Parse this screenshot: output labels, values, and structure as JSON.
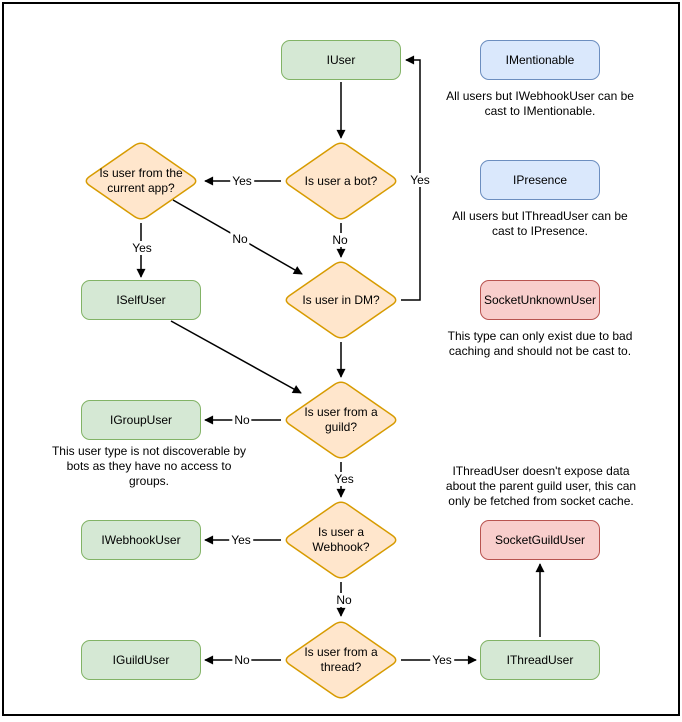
{
  "diagram": {
    "nodes": {
      "iuser": "IUser",
      "imentionable": "IMentionable",
      "ipresence": "IPresence",
      "iselfuser": "ISelfUser",
      "socketunknownuser": "SocketUnknownUser",
      "igroupuser": "IGroupUser",
      "iwebhookuser": "IWebhookUser",
      "socketguilduser": "SocketGuildUser",
      "iguilduser": "IGuildUser",
      "ithreaduser": "IThreadUser"
    },
    "decisions": {
      "bot": "Is user a bot?",
      "current_app": "Is user from the\ncurrent app?",
      "dm": "Is user in DM?",
      "guild": "Is user from a\nguild?",
      "webhook": "Is user a\nWebhook?",
      "thread": "Is user from a\nthread?"
    },
    "edge_labels": {
      "bot_to_app": "Yes",
      "dm_to_iuser": "Yes",
      "app_to_self": "Yes",
      "app_to_dm": "No",
      "bot_to_dm": "No",
      "guild_to_group": "No",
      "guild_to_webhook": "Yes",
      "webhook_to_webhookuser": "Yes",
      "webhook_to_thread": "No",
      "thread_to_guilduser": "No",
      "thread_to_threaduser": "Yes"
    },
    "captions": {
      "mentionable": "All users but IWebhookUser can be\ncast to IMentionable.",
      "presence": "All users but IThreadUser can be\ncast to IPresence.",
      "unknown_user": "This type can only exist due to bad\ncaching and should not be cast to.",
      "group_user": "This user type is not discoverable by\nbots as they have no access to\ngroups.",
      "thread_user": "IThreadUser doesn't expose data\nabout the parent guild user, this can\nonly be fetched from socket cache."
    },
    "colors": {
      "interface_fill": "#d5e8d4",
      "interface_stroke": "#82b366",
      "castable_fill": "#dae8fc",
      "castable_stroke": "#6c8ebf",
      "socket_fill": "#f8cecc",
      "socket_stroke": "#b85450",
      "decision_fill": "#ffe6cc",
      "decision_stroke": "#d79b00",
      "line": "#000000"
    }
  }
}
